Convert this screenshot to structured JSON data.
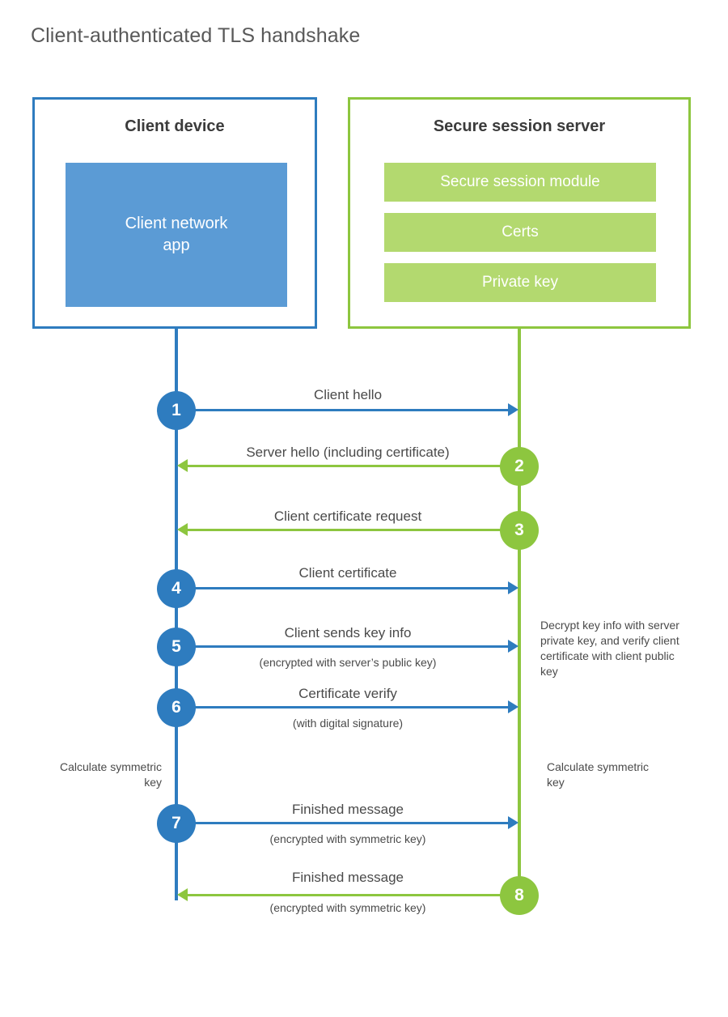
{
  "title": "Client-authenticated TLS handshake",
  "colors": {
    "blue": "#2e7cbf",
    "green": "#8dc63f",
    "client_app_fill": "#5b9bd5",
    "server_block_fill": "#b3d96f",
    "title_text": "#595959",
    "body_text": "#4a4a4a",
    "heading_text": "#3b3b3b"
  },
  "actors": {
    "client": {
      "title": "Client device",
      "blocks": [
        {
          "label": "Client network\napp"
        }
      ]
    },
    "server": {
      "title": "Secure session server",
      "blocks": [
        {
          "label": "Secure session module"
        },
        {
          "label": "Certs"
        },
        {
          "label": "Private key"
        }
      ]
    }
  },
  "steps": [
    {
      "number": "1",
      "label": "Client hello",
      "sublabel": "",
      "direction": "client-to-server",
      "color": "blue"
    },
    {
      "number": "2",
      "label": "Server hello (including certificate)",
      "sublabel": "",
      "direction": "server-to-client",
      "color": "green"
    },
    {
      "number": "3",
      "label": "Client certificate request",
      "sublabel": "",
      "direction": "server-to-client",
      "color": "green"
    },
    {
      "number": "4",
      "label": "Client certificate",
      "sublabel": "",
      "direction": "client-to-server",
      "color": "blue"
    },
    {
      "number": "5",
      "label": "Client sends key info",
      "sublabel": "(encrypted with server’s public key)",
      "direction": "client-to-server",
      "color": "blue"
    },
    {
      "number": "6",
      "label": "Certificate verify",
      "sublabel": "(with digital signature)",
      "direction": "client-to-server",
      "color": "blue"
    },
    {
      "number": "7",
      "label": "Finished message",
      "sublabel": "(encrypted with symmetric key)",
      "direction": "client-to-server",
      "color": "blue"
    },
    {
      "number": "8",
      "label": "Finished message",
      "sublabel": "(encrypted with symmetric key)",
      "direction": "server-to-client",
      "color": "green"
    }
  ],
  "notes": {
    "server_decrypt": "Decrypt key info with server private key, and verify client certificate with client public key",
    "client_calculate": "Calculate symmetric key",
    "server_calculate": "Calculate symmetric key"
  }
}
